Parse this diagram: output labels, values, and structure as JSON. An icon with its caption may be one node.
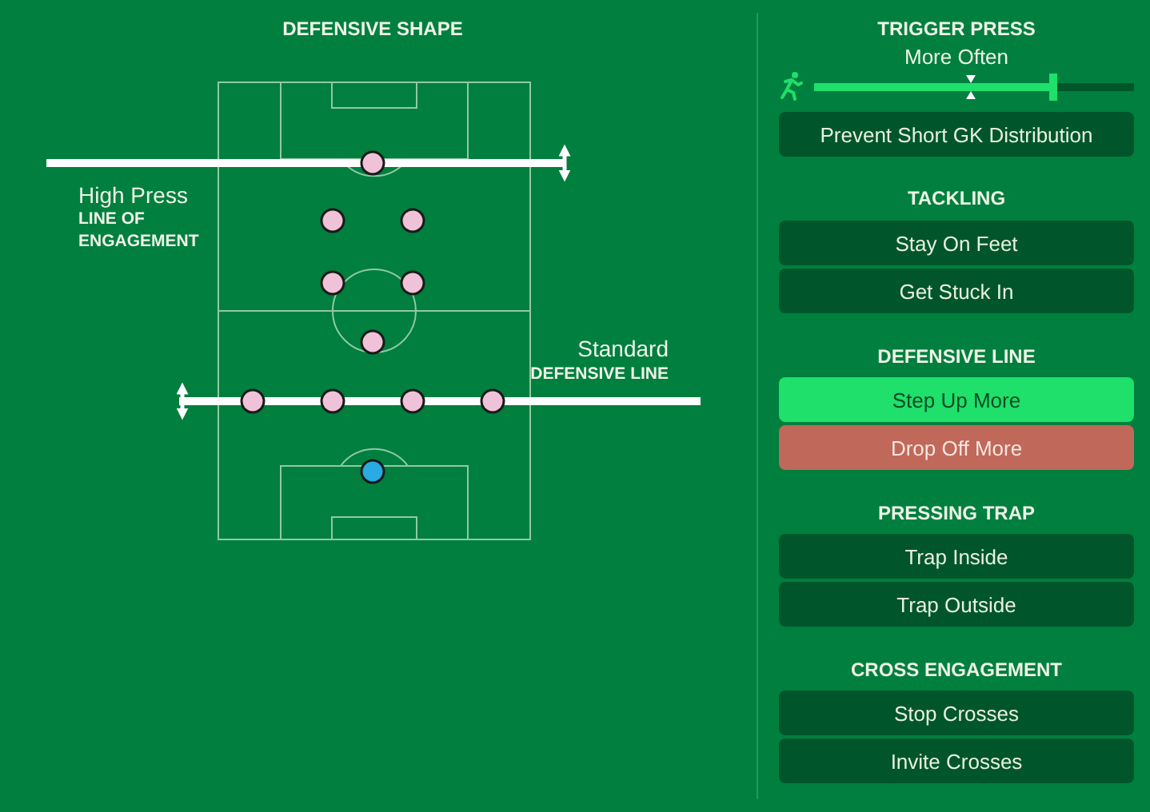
{
  "diagram": {
    "title": "DEFENSIVE SHAPE",
    "nodes": [
      {
        "text": [
          "Prevent Short GK Distribution"
        ]
      },
      {
        "text": [
          "Stay On Feet"
        ]
      },
      {
        "text": [
          "Get Stuck In"
        ]
      },
      {
        "text": [
          "Step Up More"
        ]
      },
      {
        "text": [
          "Drop Off More"
        ]
      },
      {
        "text": [
          "Trap Inside"
        ]
      },
      {
        "text": [
          "Trap Outside"
        ]
      },
      {
        "text": [
          "Stop Crosses"
        ]
      },
      {
        "text": [
          "Invite Crosses"
        ]
      }
    ],
    "labels": [
      "High Press",
      "LINE OF ENGAGEMENT",
      "Standard",
      "DEFENSIVE LINE",
      "TRIGGER PRESS",
      "More Often",
      "TACKLING",
      "DEFENSIVE LINE",
      "PRESSING TRAP",
      "CROSS ENGAGEMENT"
    ]
  }
}
